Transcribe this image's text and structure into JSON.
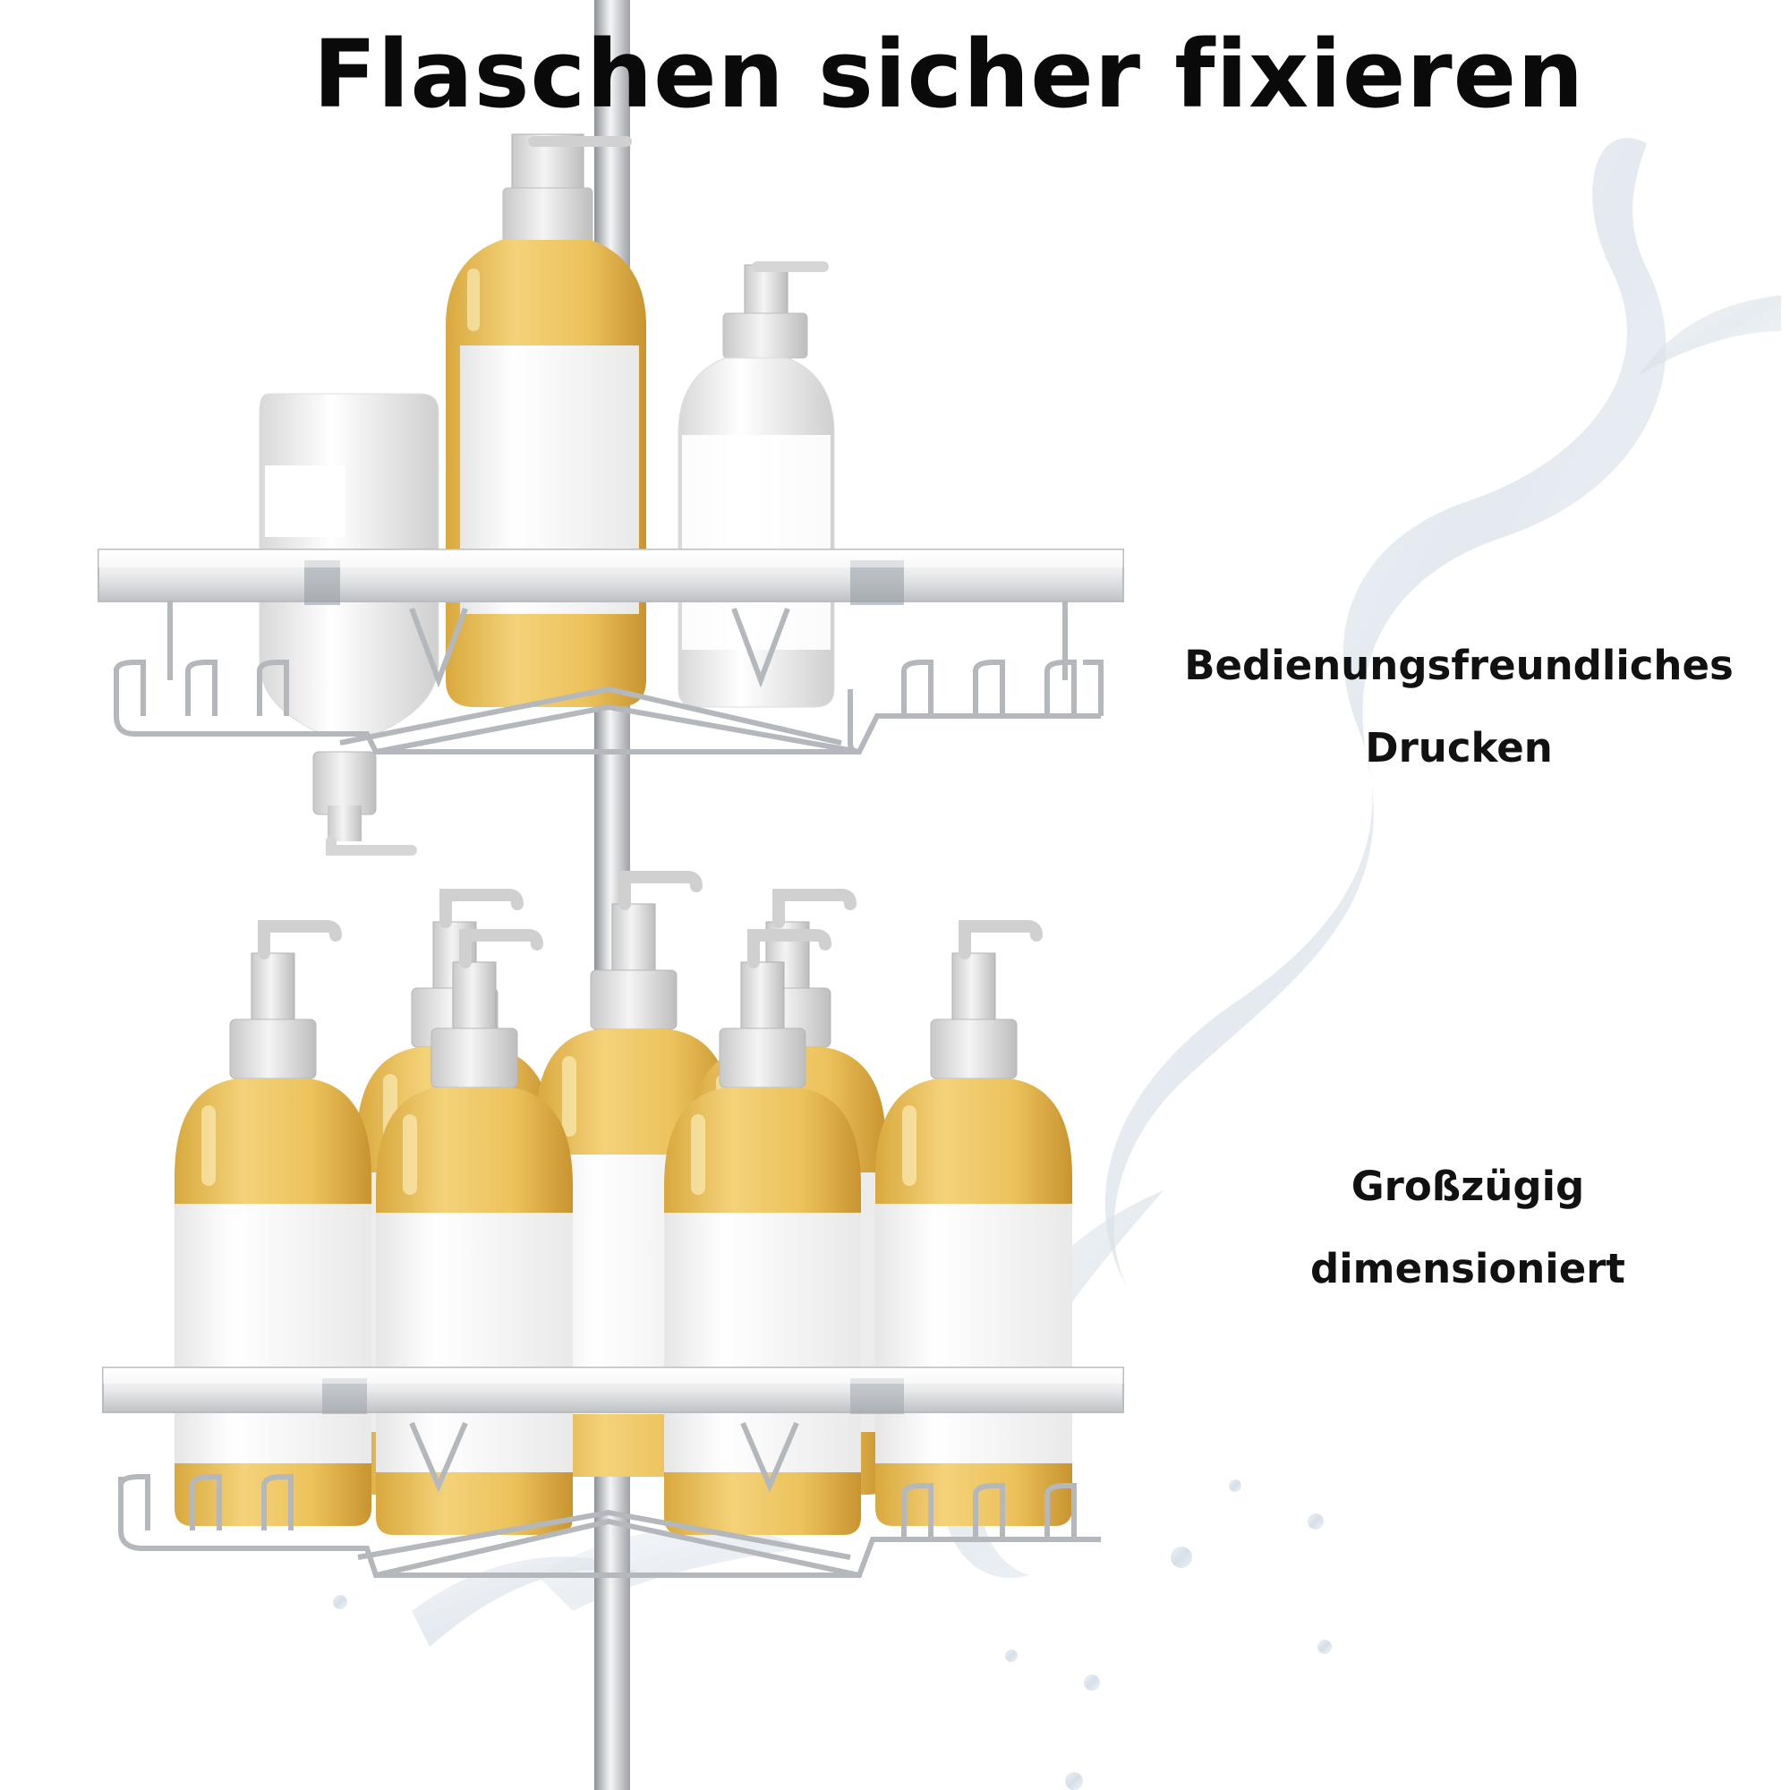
{
  "headline": "Flaschen sicher fixieren",
  "features": [
    {
      "line1": "Bedienungsfreundliches",
      "line2": "Drucken"
    },
    {
      "line1": "Großzügig",
      "line2": "dimensioniert"
    }
  ],
  "colors": {
    "background": "#ffffff",
    "text": "#111111",
    "bottle_fill": "#e9c262",
    "label": "#ffffff",
    "chrome": "#c9ccd1",
    "pump": "#e4e4e4",
    "water": "#dfe6ee"
  }
}
